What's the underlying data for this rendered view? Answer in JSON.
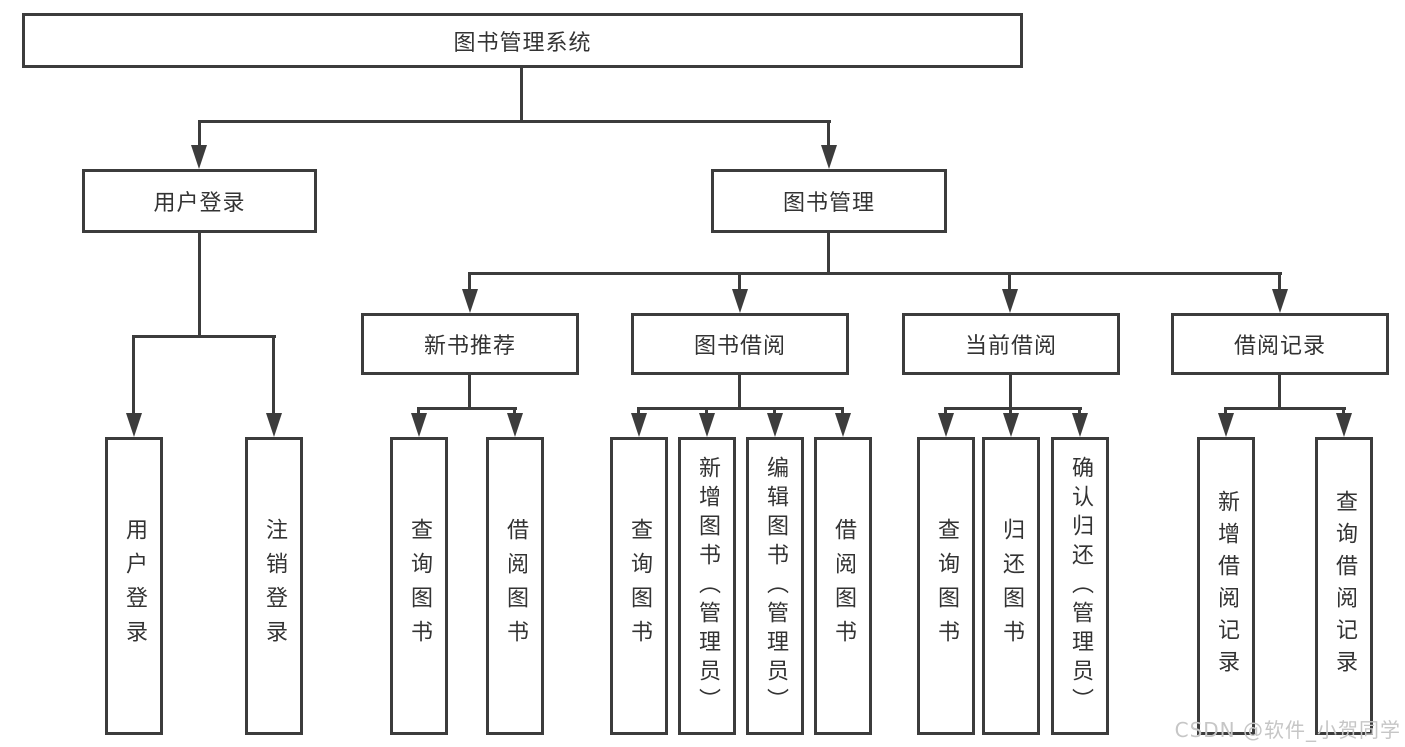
{
  "diagram": {
    "root": {
      "label": "图书管理系统"
    },
    "level1": [
      {
        "label": "用户登录"
      },
      {
        "label": "图书管理"
      }
    ],
    "level2": [
      {
        "label": "新书推荐"
      },
      {
        "label": "图书借阅"
      },
      {
        "label": "当前借阅"
      },
      {
        "label": "借阅记录"
      }
    ],
    "leaves": {
      "user_login": [
        "用户登录",
        "注销登录"
      ],
      "new_books": [
        "查询图书",
        "借阅图书"
      ],
      "book_borrowing": [
        "查询图书",
        "新增图书（管理员）",
        "编辑图书（管理员）",
        "借阅图书"
      ],
      "current_borrowing": [
        "查询图书",
        "归还图书",
        "确认归还（管理员）"
      ],
      "borrow_records": [
        "新增借阅记录",
        "查询借阅记录"
      ]
    }
  },
  "watermark": {
    "text": "CSDN @软件_小贺同学"
  },
  "colors": {
    "line": "#3c3c3c",
    "text": "#333333",
    "watermark": "#c6c6c6",
    "background": "#ffffff"
  }
}
